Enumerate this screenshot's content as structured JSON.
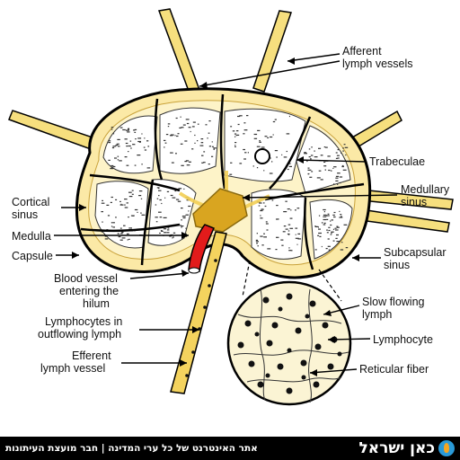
{
  "labels": {
    "afferent": [
      "Afferent",
      "lymph vessels"
    ],
    "trabeculae": [
      "Trabeculae"
    ],
    "medullary_sinus": [
      "Medullary",
      "sinus"
    ],
    "subcapsular_sinus": [
      "Subcapsular",
      "sinus"
    ],
    "cortical_sinus": [
      "Cortical",
      "sinus"
    ],
    "medulla": [
      "Medulla"
    ],
    "capsule": [
      "Capsule"
    ],
    "blood_vessel": [
      "Blood vessel",
      "entering the",
      "hilum"
    ],
    "lymphocytes_outflowing": [
      "Lymphocytes in",
      "outflowing lymph"
    ],
    "efferent": [
      "Efferent",
      "lymph vessel"
    ],
    "slow_flowing": [
      "Slow flowing",
      "lymph"
    ],
    "lymphocyte": [
      "Lymphocyte"
    ],
    "reticular_fiber": [
      "Reticular fiber"
    ]
  },
  "footer": {
    "tagline": "אתר האינטרנט של כל ערי המדינה | חבר מועצת העיתונות",
    "brand": "כאן ישראל"
  },
  "colors": {
    "node_fill": "#fbe9a6",
    "node_dark": "#f2cf55",
    "hilum": "#d9a520",
    "blood_vessel": "#e21b1b",
    "lymph_vessel": "#f4d35e",
    "footer_bg": "#000000"
  }
}
